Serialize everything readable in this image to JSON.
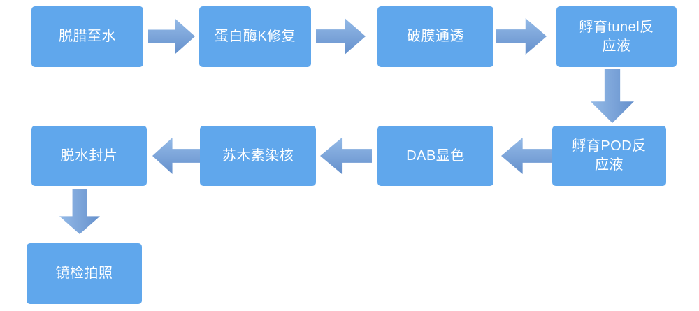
{
  "theme": {
    "background": "#ffffff",
    "node_fill": "#60a7ec",
    "node_text_color": "#ffffff",
    "arrow_gradient_start": "#94bae7",
    "arrow_gradient_end": "#6590cc"
  },
  "flowchart": {
    "nodes": [
      {
        "id": "dewax-to-water",
        "label": "脱腊至水"
      },
      {
        "id": "proteinase-k-repair",
        "label": "蛋白酶K修复"
      },
      {
        "id": "membrane-permeabilization",
        "label": "破膜通透"
      },
      {
        "id": "incubate-tunel-reaction",
        "label": "孵育tunel反应液"
      },
      {
        "id": "incubate-pod-reaction",
        "label": "孵育POD反应液"
      },
      {
        "id": "dab-color-development",
        "label": "DAB显色"
      },
      {
        "id": "hematoxylin-nuclear-stain",
        "label": "苏木素染核"
      },
      {
        "id": "dehydrate-and-mount",
        "label": "脱水封片"
      },
      {
        "id": "microscopy-photograph",
        "label": "镜检拍照"
      }
    ],
    "edges": [
      {
        "from": "脱腊至水",
        "to": "蛋白酶K修复",
        "direction": "right"
      },
      {
        "from": "蛋白酶K修复",
        "to": "破膜通透",
        "direction": "right"
      },
      {
        "from": "破膜通透",
        "to": "孵育tunel反应液",
        "direction": "right"
      },
      {
        "from": "孵育tunel反应液",
        "to": "孵育POD反应液",
        "direction": "down"
      },
      {
        "from": "孵育POD反应液",
        "to": "DAB显色",
        "direction": "left"
      },
      {
        "from": "DAB显色",
        "to": "苏木素染核",
        "direction": "left"
      },
      {
        "from": "苏木素染核",
        "to": "脱水封片",
        "direction": "left"
      },
      {
        "from": "脱水封片",
        "to": "镜检拍照",
        "direction": "down"
      }
    ]
  }
}
